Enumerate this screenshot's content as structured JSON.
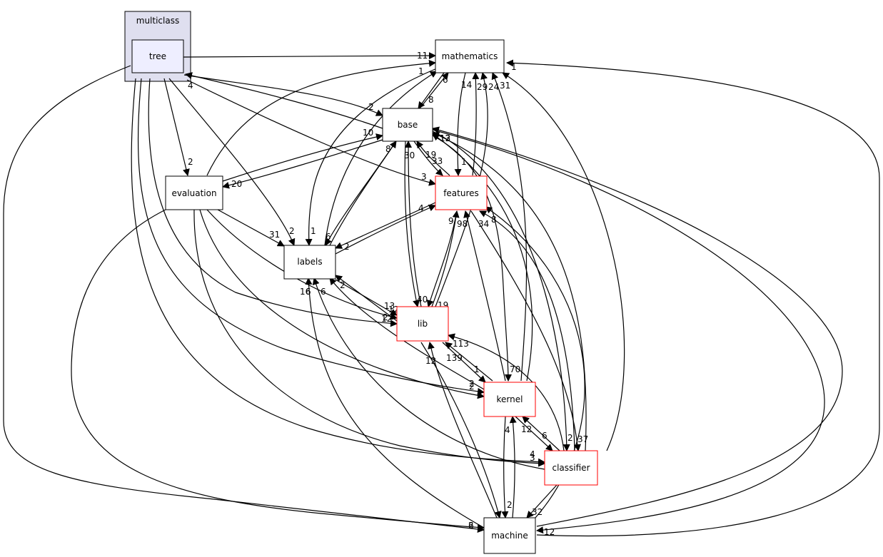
{
  "cluster": {
    "label": "multiclass",
    "fill": "#dfdfef",
    "stroke": "#000000"
  },
  "colors": {
    "node_stroke": "#000000",
    "missing_stroke": "#ff0000",
    "highlight_fill": "#eeeeff"
  },
  "nodes": [
    {
      "id": "tree",
      "label": "tree",
      "style": "highlight"
    },
    {
      "id": "mathematics",
      "label": "mathematics",
      "style": "normal"
    },
    {
      "id": "base",
      "label": "base",
      "style": "normal"
    },
    {
      "id": "evaluation",
      "label": "evaluation",
      "style": "normal"
    },
    {
      "id": "features",
      "label": "features",
      "style": "red"
    },
    {
      "id": "labels",
      "label": "labels",
      "style": "normal"
    },
    {
      "id": "lib",
      "label": "lib",
      "style": "red"
    },
    {
      "id": "kernel",
      "label": "kernel",
      "style": "red"
    },
    {
      "id": "classifier",
      "label": "classifier",
      "style": "red"
    },
    {
      "id": "machine",
      "label": "machine",
      "style": "normal"
    }
  ],
  "edges": [
    {
      "id": "tree-mathematics",
      "from": "tree",
      "to": "mathematics",
      "label": "11"
    },
    {
      "id": "tree-base",
      "from": "tree",
      "to": "base",
      "label": "2"
    },
    {
      "id": "tree-evaluation",
      "from": "tree",
      "to": "evaluation",
      "label": "2"
    },
    {
      "id": "tree-features",
      "from": "tree",
      "to": "features",
      "label": "3"
    },
    {
      "id": "tree-labels",
      "from": "tree",
      "to": "labels",
      "label": "2"
    },
    {
      "id": "tree-lib",
      "from": "tree",
      "to": "lib",
      "label": "12"
    },
    {
      "id": "tree-kernel",
      "from": "tree",
      "to": "kernel",
      "label": "2"
    },
    {
      "id": "tree-classifier",
      "from": "tree",
      "to": "classifier",
      "label": "4"
    },
    {
      "id": "tree-machine",
      "from": "tree",
      "to": "machine",
      "label": "6"
    },
    {
      "id": "base-tree",
      "from": "base",
      "to": "tree",
      "label": "4"
    },
    {
      "id": "evaluation-mathematics",
      "from": "evaluation",
      "to": "mathematics",
      "label": "1"
    },
    {
      "id": "evaluation-base",
      "from": "evaluation",
      "to": "base",
      "label": "10"
    },
    {
      "id": "evaluation-labels",
      "from": "evaluation",
      "to": "labels",
      "label": "31"
    },
    {
      "id": "evaluation-lib",
      "from": "evaluation",
      "to": "lib",
      "label": "2"
    },
    {
      "id": "evaluation-kernel",
      "from": "evaluation",
      "to": "kernel",
      "label": "2"
    },
    {
      "id": "evaluation-classifier",
      "from": "evaluation",
      "to": "classifier",
      "label": "3"
    },
    {
      "id": "evaluation-machine",
      "from": "evaluation",
      "to": "machine",
      "label": "2"
    },
    {
      "id": "base-evaluation",
      "from": "base",
      "to": "evaluation",
      "label": "20"
    },
    {
      "id": "mathematics-base",
      "from": "mathematics",
      "to": "base",
      "label": "8"
    },
    {
      "id": "mathematics-features",
      "from": "mathematics",
      "to": "features",
      "label": "1"
    },
    {
      "id": "mathematics-labels",
      "from": "mathematics",
      "to": "labels",
      "label": "1"
    },
    {
      "id": "base-mathematics",
      "from": "base",
      "to": "mathematics",
      "label": "6"
    },
    {
      "id": "base-features",
      "from": "base",
      "to": "features",
      "label": "19"
    },
    {
      "id": "base-labels",
      "from": "base",
      "to": "labels",
      "label": "6"
    },
    {
      "id": "base-lib",
      "from": "base",
      "to": "lib",
      "label": "40"
    },
    {
      "id": "base-kernel",
      "from": "base",
      "to": "kernel",
      "label": "70"
    },
    {
      "id": "base-classifier",
      "from": "base",
      "to": "classifier",
      "label": "2"
    },
    {
      "id": "base-machine",
      "from": "base",
      "to": "machine",
      "label": "12"
    },
    {
      "id": "features-mathematics",
      "from": "features",
      "to": "mathematics",
      "label": "14"
    },
    {
      "id": "features-base",
      "from": "features",
      "to": "base",
      "label": "33"
    },
    {
      "id": "features-labels",
      "from": "features",
      "to": "labels",
      "label": "2"
    },
    {
      "id": "features-lib",
      "from": "features",
      "to": "lib",
      "label": "19"
    },
    {
      "id": "features-classifier",
      "from": "features",
      "to": "classifier",
      "label": "37"
    },
    {
      "id": "labels-mathematics",
      "from": "labels",
      "to": "mathematics",
      "label": "2"
    },
    {
      "id": "labels-base",
      "from": "labels",
      "to": "base",
      "label": "8"
    },
    {
      "id": "labels-features",
      "from": "labels",
      "to": "features",
      "label": "4"
    },
    {
      "id": "labels-lib",
      "from": "labels",
      "to": "lib",
      "label": "13"
    },
    {
      "id": "lib-mathematics",
      "from": "lib",
      "to": "mathematics",
      "label": "29"
    },
    {
      "id": "lib-base",
      "from": "lib",
      "to": "base",
      "label": "30"
    },
    {
      "id": "lib-features",
      "from": "lib",
      "to": "features",
      "label": "9"
    },
    {
      "id": "lib-labels",
      "from": "lib",
      "to": "labels",
      "label": "2"
    },
    {
      "id": "lib-kernel",
      "from": "lib",
      "to": "kernel",
      "label": "1"
    },
    {
      "id": "lib-machine",
      "from": "lib",
      "to": "machine",
      "label": "12"
    },
    {
      "id": "kernel-mathematics",
      "from": "kernel",
      "to": "mathematics",
      "label": "24"
    },
    {
      "id": "kernel-base",
      "from": "kernel",
      "to": "base",
      "label": "12"
    },
    {
      "id": "kernel-features",
      "from": "kernel",
      "to": "features",
      "label": "98"
    },
    {
      "id": "kernel-labels",
      "from": "kernel",
      "to": "labels",
      "label": "6"
    },
    {
      "id": "kernel-lib",
      "from": "kernel",
      "to": "lib",
      "label": "139"
    },
    {
      "id": "kernel-classifier",
      "from": "kernel",
      "to": "classifier",
      "label": "6"
    },
    {
      "id": "kernel-machine",
      "from": "kernel",
      "to": "machine",
      "label": "2"
    },
    {
      "id": "classifier-mathematics",
      "from": "classifier",
      "to": "mathematics",
      "label": "31"
    },
    {
      "id": "classifier-base",
      "from": "classifier",
      "to": "base",
      "label": "12"
    },
    {
      "id": "classifier-features",
      "from": "classifier",
      "to": "features",
      "label": "8"
    },
    {
      "id": "classifier-labels",
      "from": "classifier",
      "to": "labels",
      "label": "6"
    },
    {
      "id": "classifier-lib",
      "from": "classifier",
      "to": "lib",
      "label": "113"
    },
    {
      "id": "classifier-kernel",
      "from": "classifier",
      "to": "kernel",
      "label": "12"
    },
    {
      "id": "classifier-machine",
      "from": "classifier",
      "to": "machine",
      "label": "32"
    },
    {
      "id": "machine-mathematics",
      "from": "machine",
      "to": "mathematics",
      "label": "1"
    },
    {
      "id": "machine-base",
      "from": "machine",
      "to": "base",
      "label": "13"
    },
    {
      "id": "machine-features",
      "from": "machine",
      "to": "features",
      "label": "34"
    },
    {
      "id": "machine-labels",
      "from": "machine",
      "to": "labels",
      "label": "16"
    },
    {
      "id": "machine-lib",
      "from": "machine",
      "to": "lib",
      "label": "12"
    },
    {
      "id": "machine-kernel",
      "from": "machine",
      "to": "kernel",
      "label": "4"
    }
  ]
}
